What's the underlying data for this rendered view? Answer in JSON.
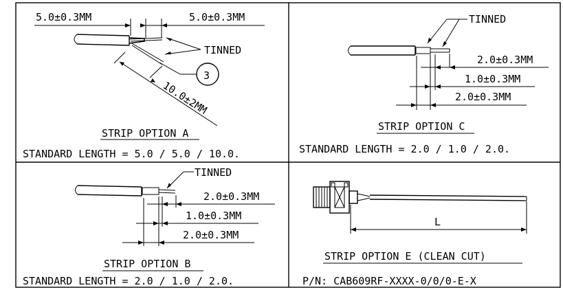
{
  "panel_a": {
    "dim_left": "5.0±0.3MM",
    "dim_right": "5.0±0.3MM",
    "tinned": "TINNED",
    "balloon": "3",
    "dim_long": "10.0±2MM",
    "title": "STRIP OPTION A",
    "standard": "STANDARD LENGTH = 5.0 / 5.0 / 10.0."
  },
  "panel_c": {
    "tinned": "TINNED",
    "dim1": "2.0±0.3MM",
    "dim2": "1.0±0.3MM",
    "dim3": "2.0±0.3MM",
    "title": "STRIP OPTION C",
    "standard": "STANDARD LENGTH = 2.0 / 1.0 / 2.0."
  },
  "panel_b": {
    "tinned": "TINNED",
    "dim1": "2.0±0.3MM",
    "dim2": "1.0±0.3MM",
    "dim3": "2.0±0.3MM",
    "title": "STRIP OPTION B",
    "standard": "STANDARD LENGTH = 2.0 / 1.0 / 2.0."
  },
  "panel_e": {
    "dim_l": "L",
    "title": "STRIP OPTION E (CLEAN CUT)",
    "part_number": "P/N: CAB609RF-XXXX-0/0/0-E-X"
  }
}
